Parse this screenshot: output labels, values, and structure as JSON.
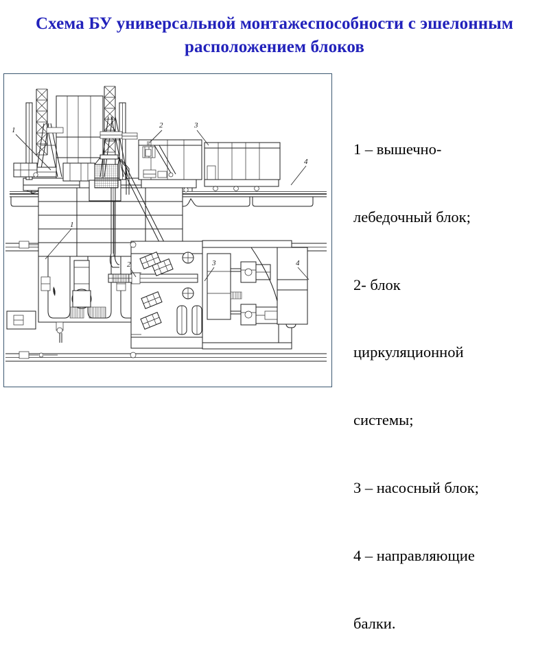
{
  "slide": {
    "title": "Схема БУ универсальной монтажеспособности с эшелонным расположением блоков",
    "title_color": "#2222bb",
    "background_color": "#ffffff"
  },
  "figure": {
    "frame_border_color": "#3b5770",
    "line_color": "#1a1a1a",
    "caption_labels_top": [
      "1",
      "2",
      "3",
      "4"
    ],
    "caption_labels_bottom": [
      "1",
      "2",
      "3",
      "4"
    ],
    "views": [
      {
        "name": "side-elevation-view",
        "position": "upper"
      },
      {
        "name": "plan-view",
        "position": "lower"
      }
    ]
  },
  "legend": {
    "lines": [
      "1 – вышечно-",
      "лебедочный блок;",
      "2- блок",
      "циркуляционной",
      "системы;",
      "3 – насосный блок;",
      "4 – направляющие",
      "балки."
    ],
    "items": [
      {
        "number": "1",
        "text": "вышечно-лебедочный блок;"
      },
      {
        "number": "2",
        "text": "блок циркуляционной системы;"
      },
      {
        "number": "3",
        "text": "насосный блок;"
      },
      {
        "number": "4",
        "text": "направляющие балки."
      }
    ]
  }
}
